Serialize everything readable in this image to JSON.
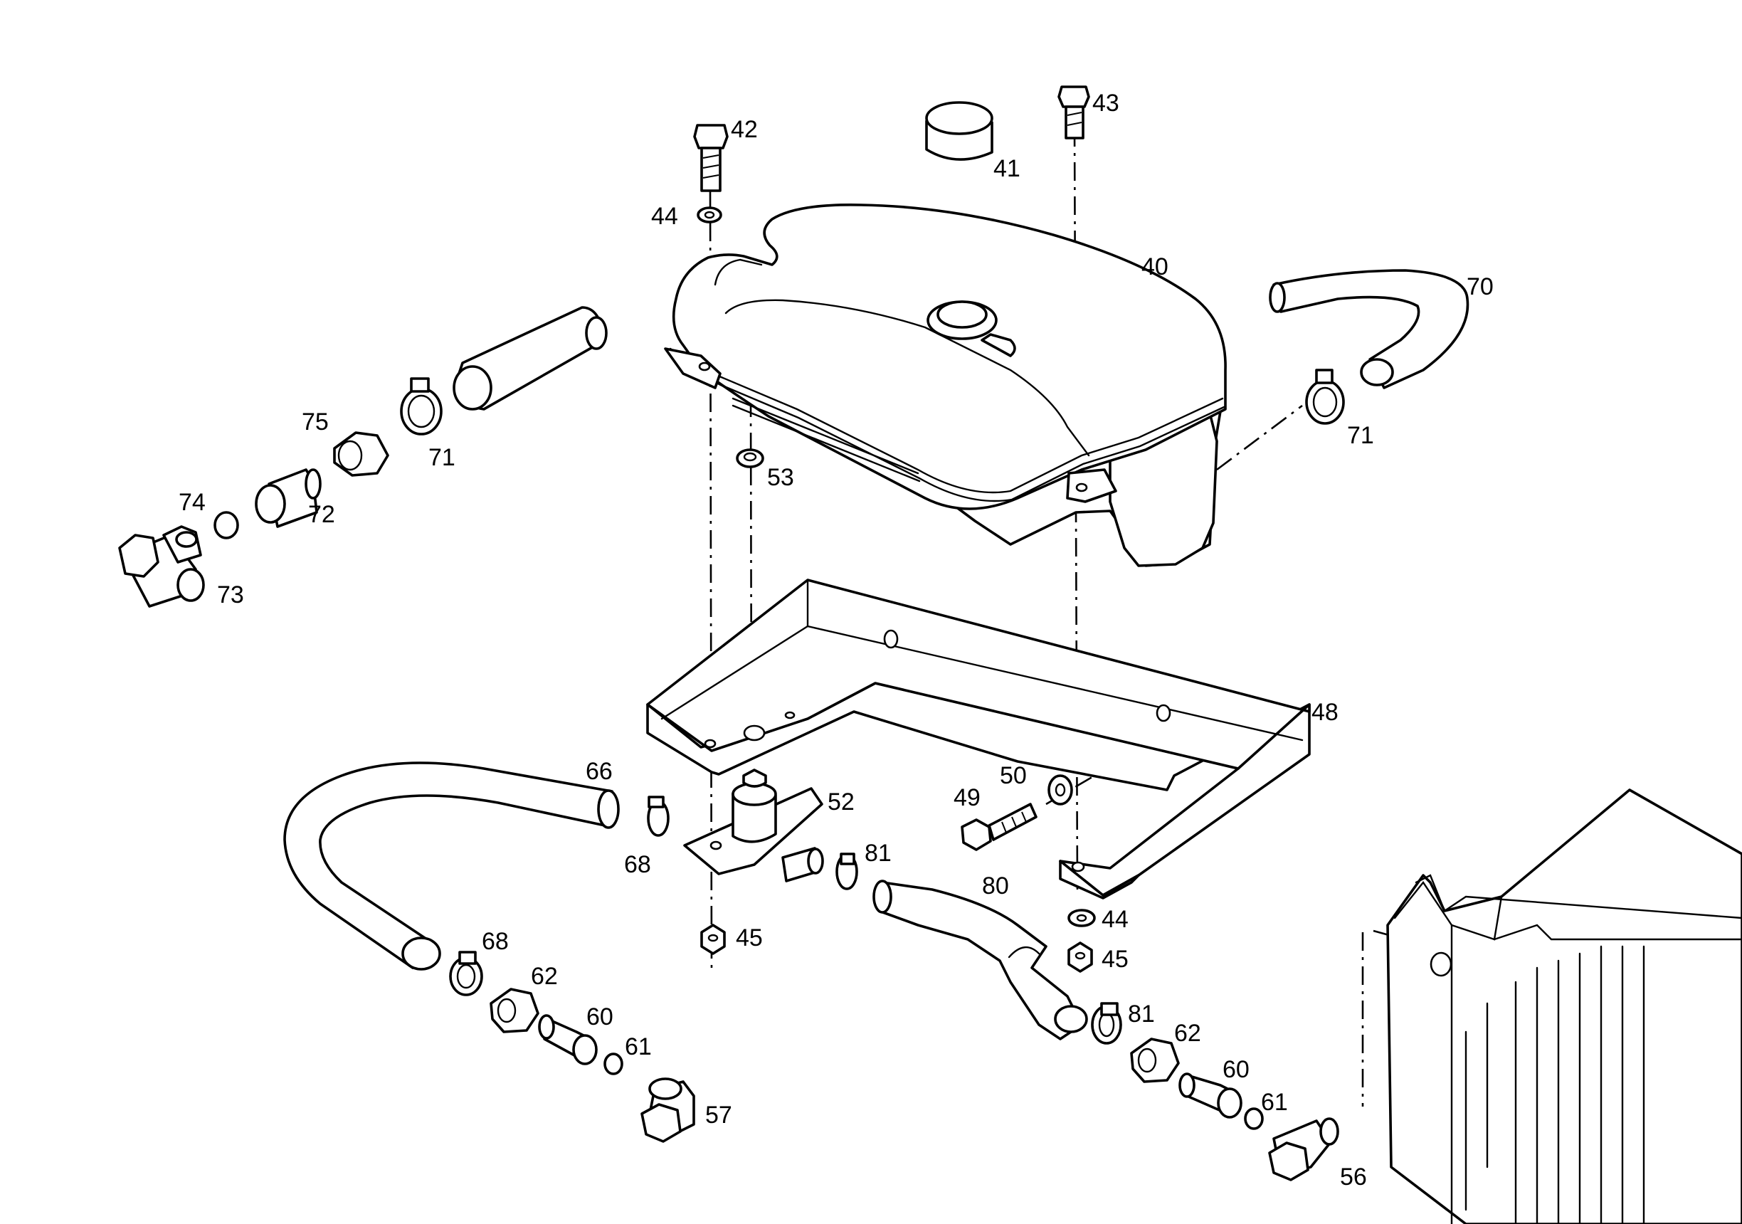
{
  "callouts": {
    "c40": "40",
    "c41": "41",
    "c42": "42",
    "c43": "43",
    "c44a": "44",
    "c44b": "44",
    "c45a": "45",
    "c45b": "45",
    "c48": "48",
    "c49": "49",
    "c50": "50",
    "c52": "52",
    "c53": "53",
    "c56": "56",
    "c57": "57",
    "c60a": "60",
    "c60b": "60",
    "c61a": "61",
    "c61b": "61",
    "c62a": "62",
    "c62b": "62",
    "c66": "66",
    "c68a": "68",
    "c68b": "68",
    "c70": "70",
    "c71a": "71",
    "c71b": "71",
    "c72": "72",
    "c73": "73",
    "c74": "74",
    "c75": "75",
    "c80": "80",
    "c81a": "81",
    "c81b": "81"
  }
}
